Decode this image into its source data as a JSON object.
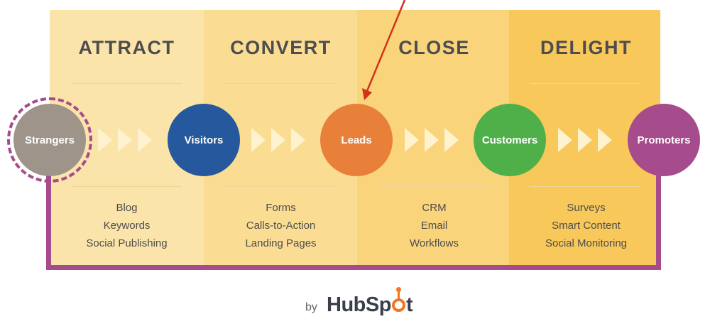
{
  "stages": [
    {
      "title": "ATTRACT",
      "tools": [
        "Blog",
        "Keywords",
        "Social Publishing"
      ]
    },
    {
      "title": "CONVERT",
      "tools": [
        "Forms",
        "Calls-to-Action",
        "Landing Pages"
      ]
    },
    {
      "title": "CLOSE",
      "tools": [
        "CRM",
        "Email",
        "Workflows"
      ]
    },
    {
      "title": "DELIGHT",
      "tools": [
        "Surveys",
        "Smart Content",
        "Social Monitoring"
      ]
    }
  ],
  "nodes": [
    {
      "label": "Strangers",
      "color": "#9e948a"
    },
    {
      "label": "Visitors",
      "color": "#26589e"
    },
    {
      "label": "Leads",
      "color": "#e9803a"
    },
    {
      "label": "Customers",
      "color": "#4fb04a"
    },
    {
      "label": "Promoters",
      "color": "#a64b8c"
    }
  ],
  "colors": {
    "loop": "#a64b8c",
    "annotation_arrow": "#d4311c",
    "chevron": "#fff2cf",
    "hubspot_accent": "#f5751f"
  },
  "branding": {
    "by_text": "by",
    "logo_left": "Hub",
    "logo_right": "t"
  }
}
